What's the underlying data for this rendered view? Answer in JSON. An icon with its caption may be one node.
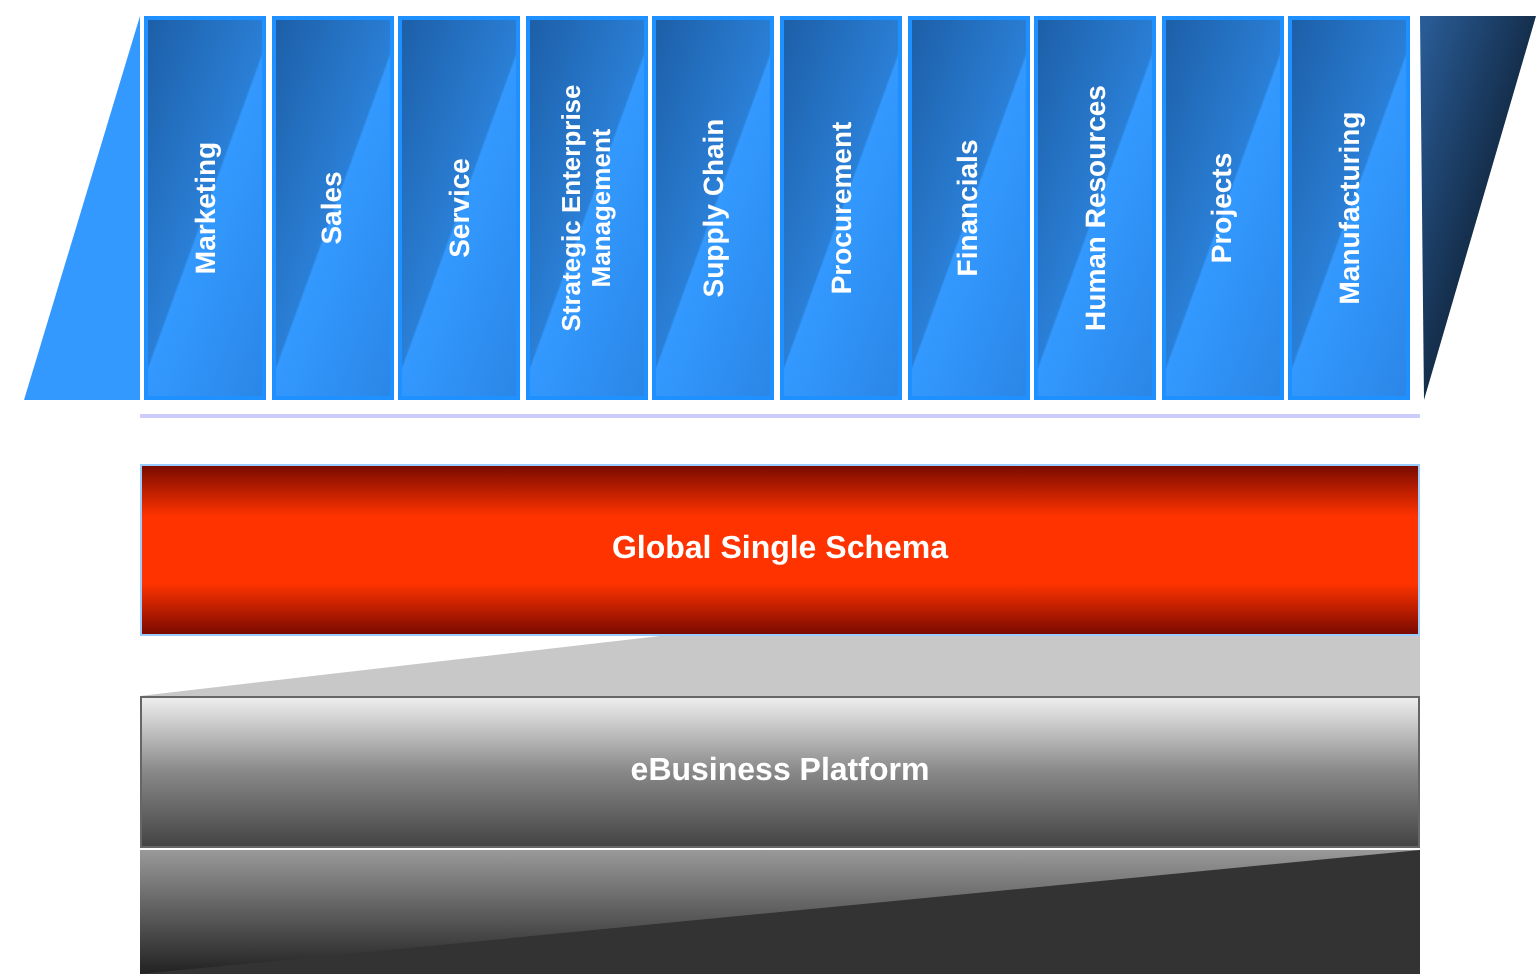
{
  "diagram": {
    "nodes": [
      {
        "text": [
          "Marketing"
        ]
      },
      {
        "text": [
          "Sales"
        ]
      },
      {
        "text": [
          "Service"
        ]
      },
      {
        "text": [
          "Strategic Enterprise Management"
        ]
      },
      {
        "text": [
          "Supply Chain"
        ]
      },
      {
        "text": [
          "Procurement"
        ]
      },
      {
        "text": [
          "Financials"
        ]
      },
      {
        "text": [
          "Human Resources"
        ]
      },
      {
        "text": [
          "Projects"
        ]
      },
      {
        "text": [
          "Manufacturing"
        ]
      },
      {
        "text": [
          "Global Single Schema"
        ]
      },
      {
        "text": [
          "eBusiness Platform"
        ]
      }
    ]
  }
}
